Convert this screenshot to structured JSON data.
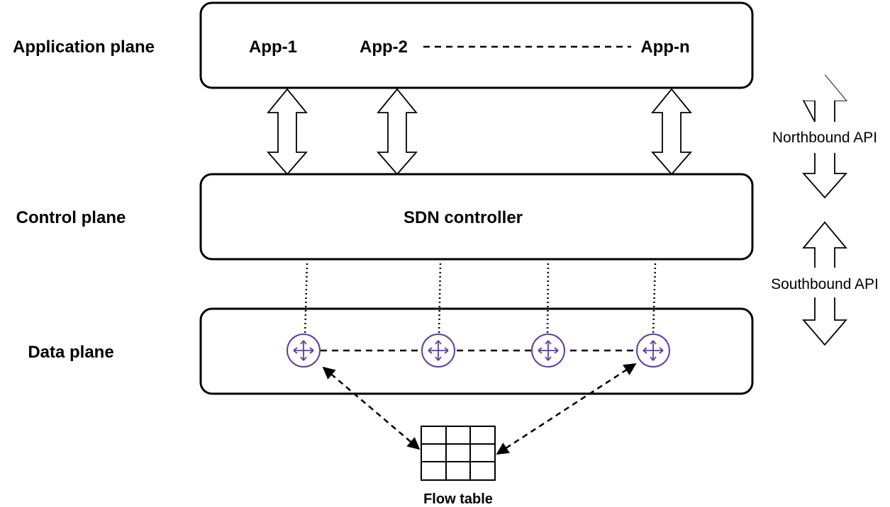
{
  "planes": {
    "application": {
      "label": "Application plane"
    },
    "control": {
      "label": "Control plane",
      "box_label": "SDN controller"
    },
    "data": {
      "label": "Data plane"
    }
  },
  "apps": [
    "App-1",
    "App-2",
    "App-n"
  ],
  "apis": {
    "northbound": "Northbound API",
    "southbound": "Southbound API"
  },
  "flow_table": {
    "label": "Flow table",
    "rows": 3,
    "cols": 3
  },
  "colors": {
    "router": "#5b3fa0",
    "stroke": "#000000"
  },
  "icons": [
    "router-icon",
    "double-arrow-icon"
  ]
}
